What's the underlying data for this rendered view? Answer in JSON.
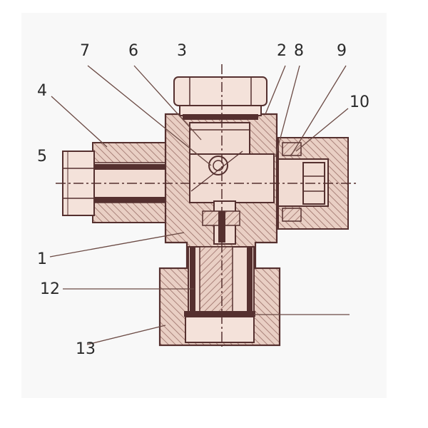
{
  "diagram": {
    "colors": {
      "page": "#ffffff",
      "paper": "#f8f8f8",
      "section_fill": "#e9cfc4",
      "hatch": "#9a6f68",
      "outline": "#55302f",
      "leader": "#6b4a44",
      "text": "#2a2a2a"
    },
    "labels": {
      "l1": "1",
      "l2": "2",
      "l3": "3",
      "l4": "4",
      "l5": "5",
      "l6": "6",
      "l7": "7",
      "l8": "8",
      "l9": "9",
      "l10": "10",
      "l12": "12",
      "l13": "13"
    }
  }
}
